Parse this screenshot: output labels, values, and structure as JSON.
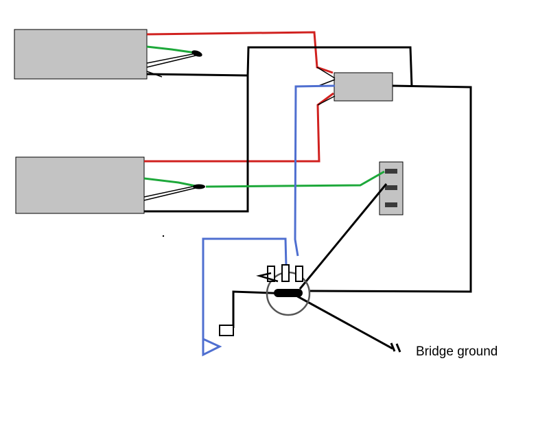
{
  "labels": {
    "bridge_ground": "Bridge ground"
  },
  "colors": {
    "background": "#ffffff",
    "component_fill": "#c3c3c3",
    "outline": "#000000",
    "hot_wire": "#d0211f",
    "ground_wire": "#000000",
    "signal_wire": "#4f6fd0",
    "coil_wire": "#1da83a"
  },
  "components": [
    "pickup-neck",
    "pickup-bridge",
    "pickup-selector",
    "coil-switch",
    "volume-pot",
    "output-jack"
  ]
}
